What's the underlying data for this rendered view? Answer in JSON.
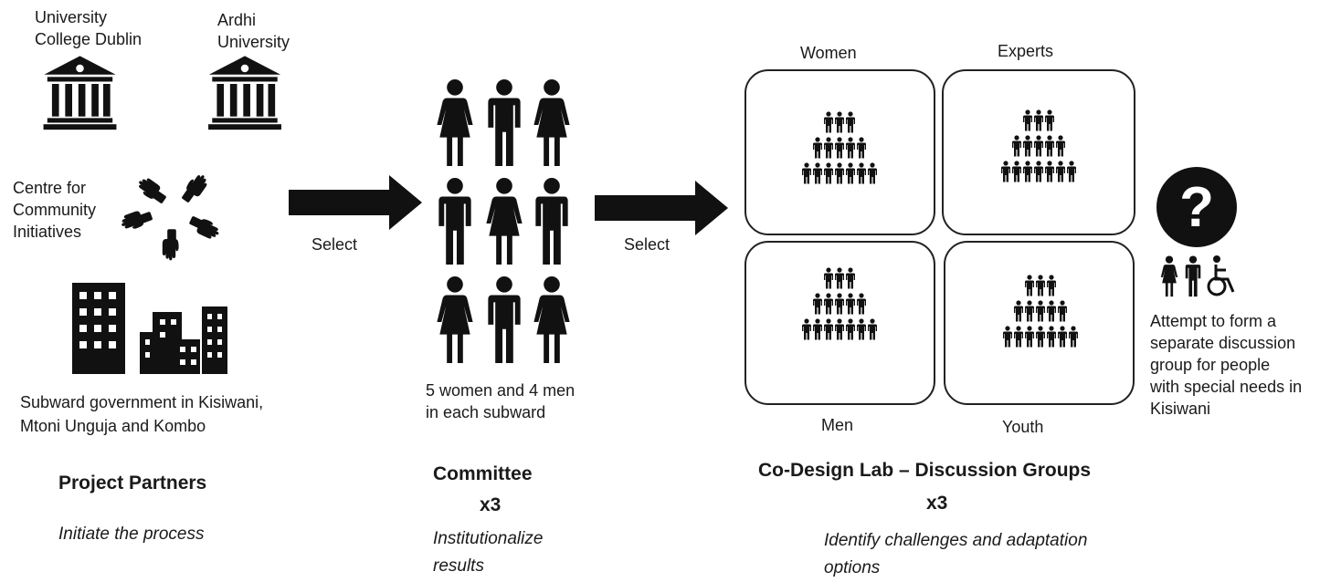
{
  "partners": {
    "ucd_label": "University\nCollege Dublin",
    "ardhi_label": "Ardhi\nUniversity",
    "cci_label": "Centre for\nCommunity\nInitiatives",
    "subward_label": "Subward government in Kisiwani,\nMtoni Unguja and Kombo",
    "title": "Project Partners",
    "subtitle": "Initiate the process"
  },
  "arrows": {
    "select_1": "Select",
    "select_2": "Select"
  },
  "committee": {
    "composition": "5 women and 4 men\nin each subward",
    "title": "Committee",
    "multiplier": "x3",
    "subtitle": "Institutionalize\nresults"
  },
  "codesign": {
    "groups": {
      "women": "Women",
      "experts": "Experts",
      "men": "Men",
      "youth": "Youth"
    },
    "title": "Co-Design Lab – Discussion Groups",
    "multiplier": "x3",
    "subtitle": "Identify challenges and adaptation\noptions"
  },
  "special_needs": {
    "label": "Attempt to form a\nseparate discussion\ngroup for people\nwith special needs in\nKisiwani",
    "icon_glyph": "?"
  },
  "icons": {
    "university": "university-building-icon",
    "hands": "hands-circle-icon",
    "city": "city-buildings-icon",
    "woman": "woman-icon",
    "man": "man-icon",
    "crowd": "crowd-pyramid-icon",
    "question": "question-mark-icon",
    "wheelchair": "wheelchair-icon"
  }
}
